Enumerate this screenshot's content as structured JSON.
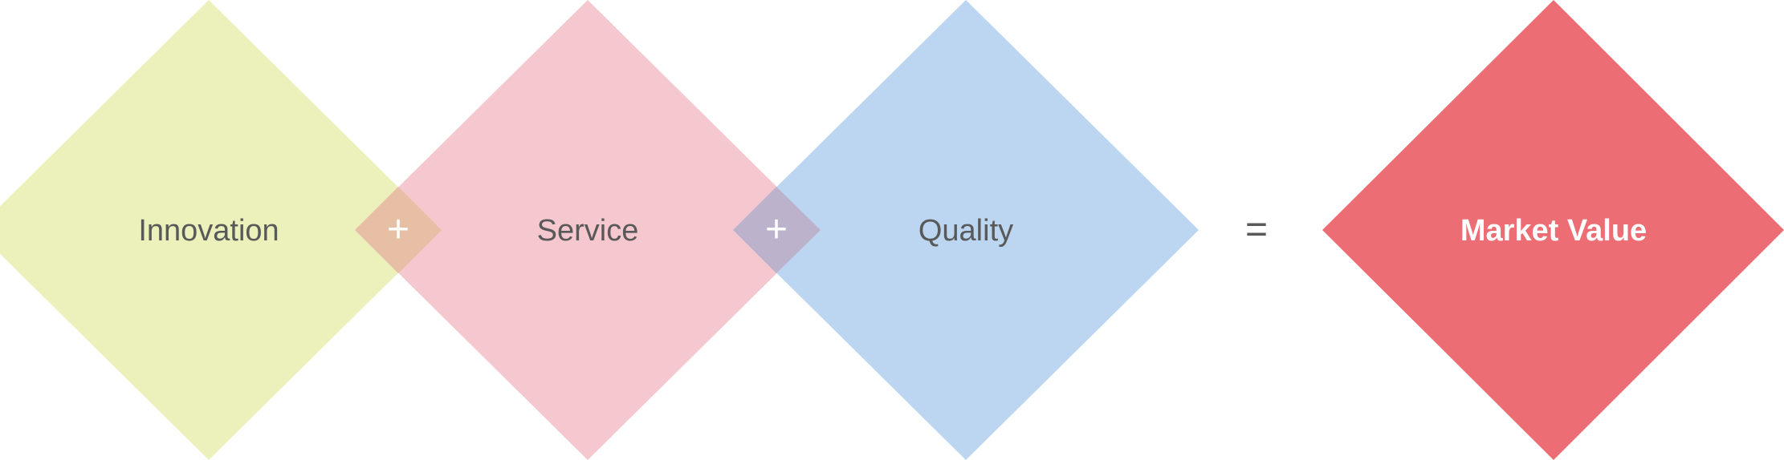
{
  "items": [
    {
      "label": "Innovation",
      "color": "#ecf1bc"
    },
    {
      "label": "Service",
      "color": "#f5c7ce"
    },
    {
      "label": "Quality",
      "color": "#bcd5f0"
    }
  ],
  "overlap_colors": [
    "#e6bfa5",
    "#bcb2cb"
  ],
  "operators": {
    "plus": "+",
    "equals": "="
  },
  "result": {
    "label": "Market Value",
    "color": "#ec6d74"
  },
  "text_color": "#595959"
}
